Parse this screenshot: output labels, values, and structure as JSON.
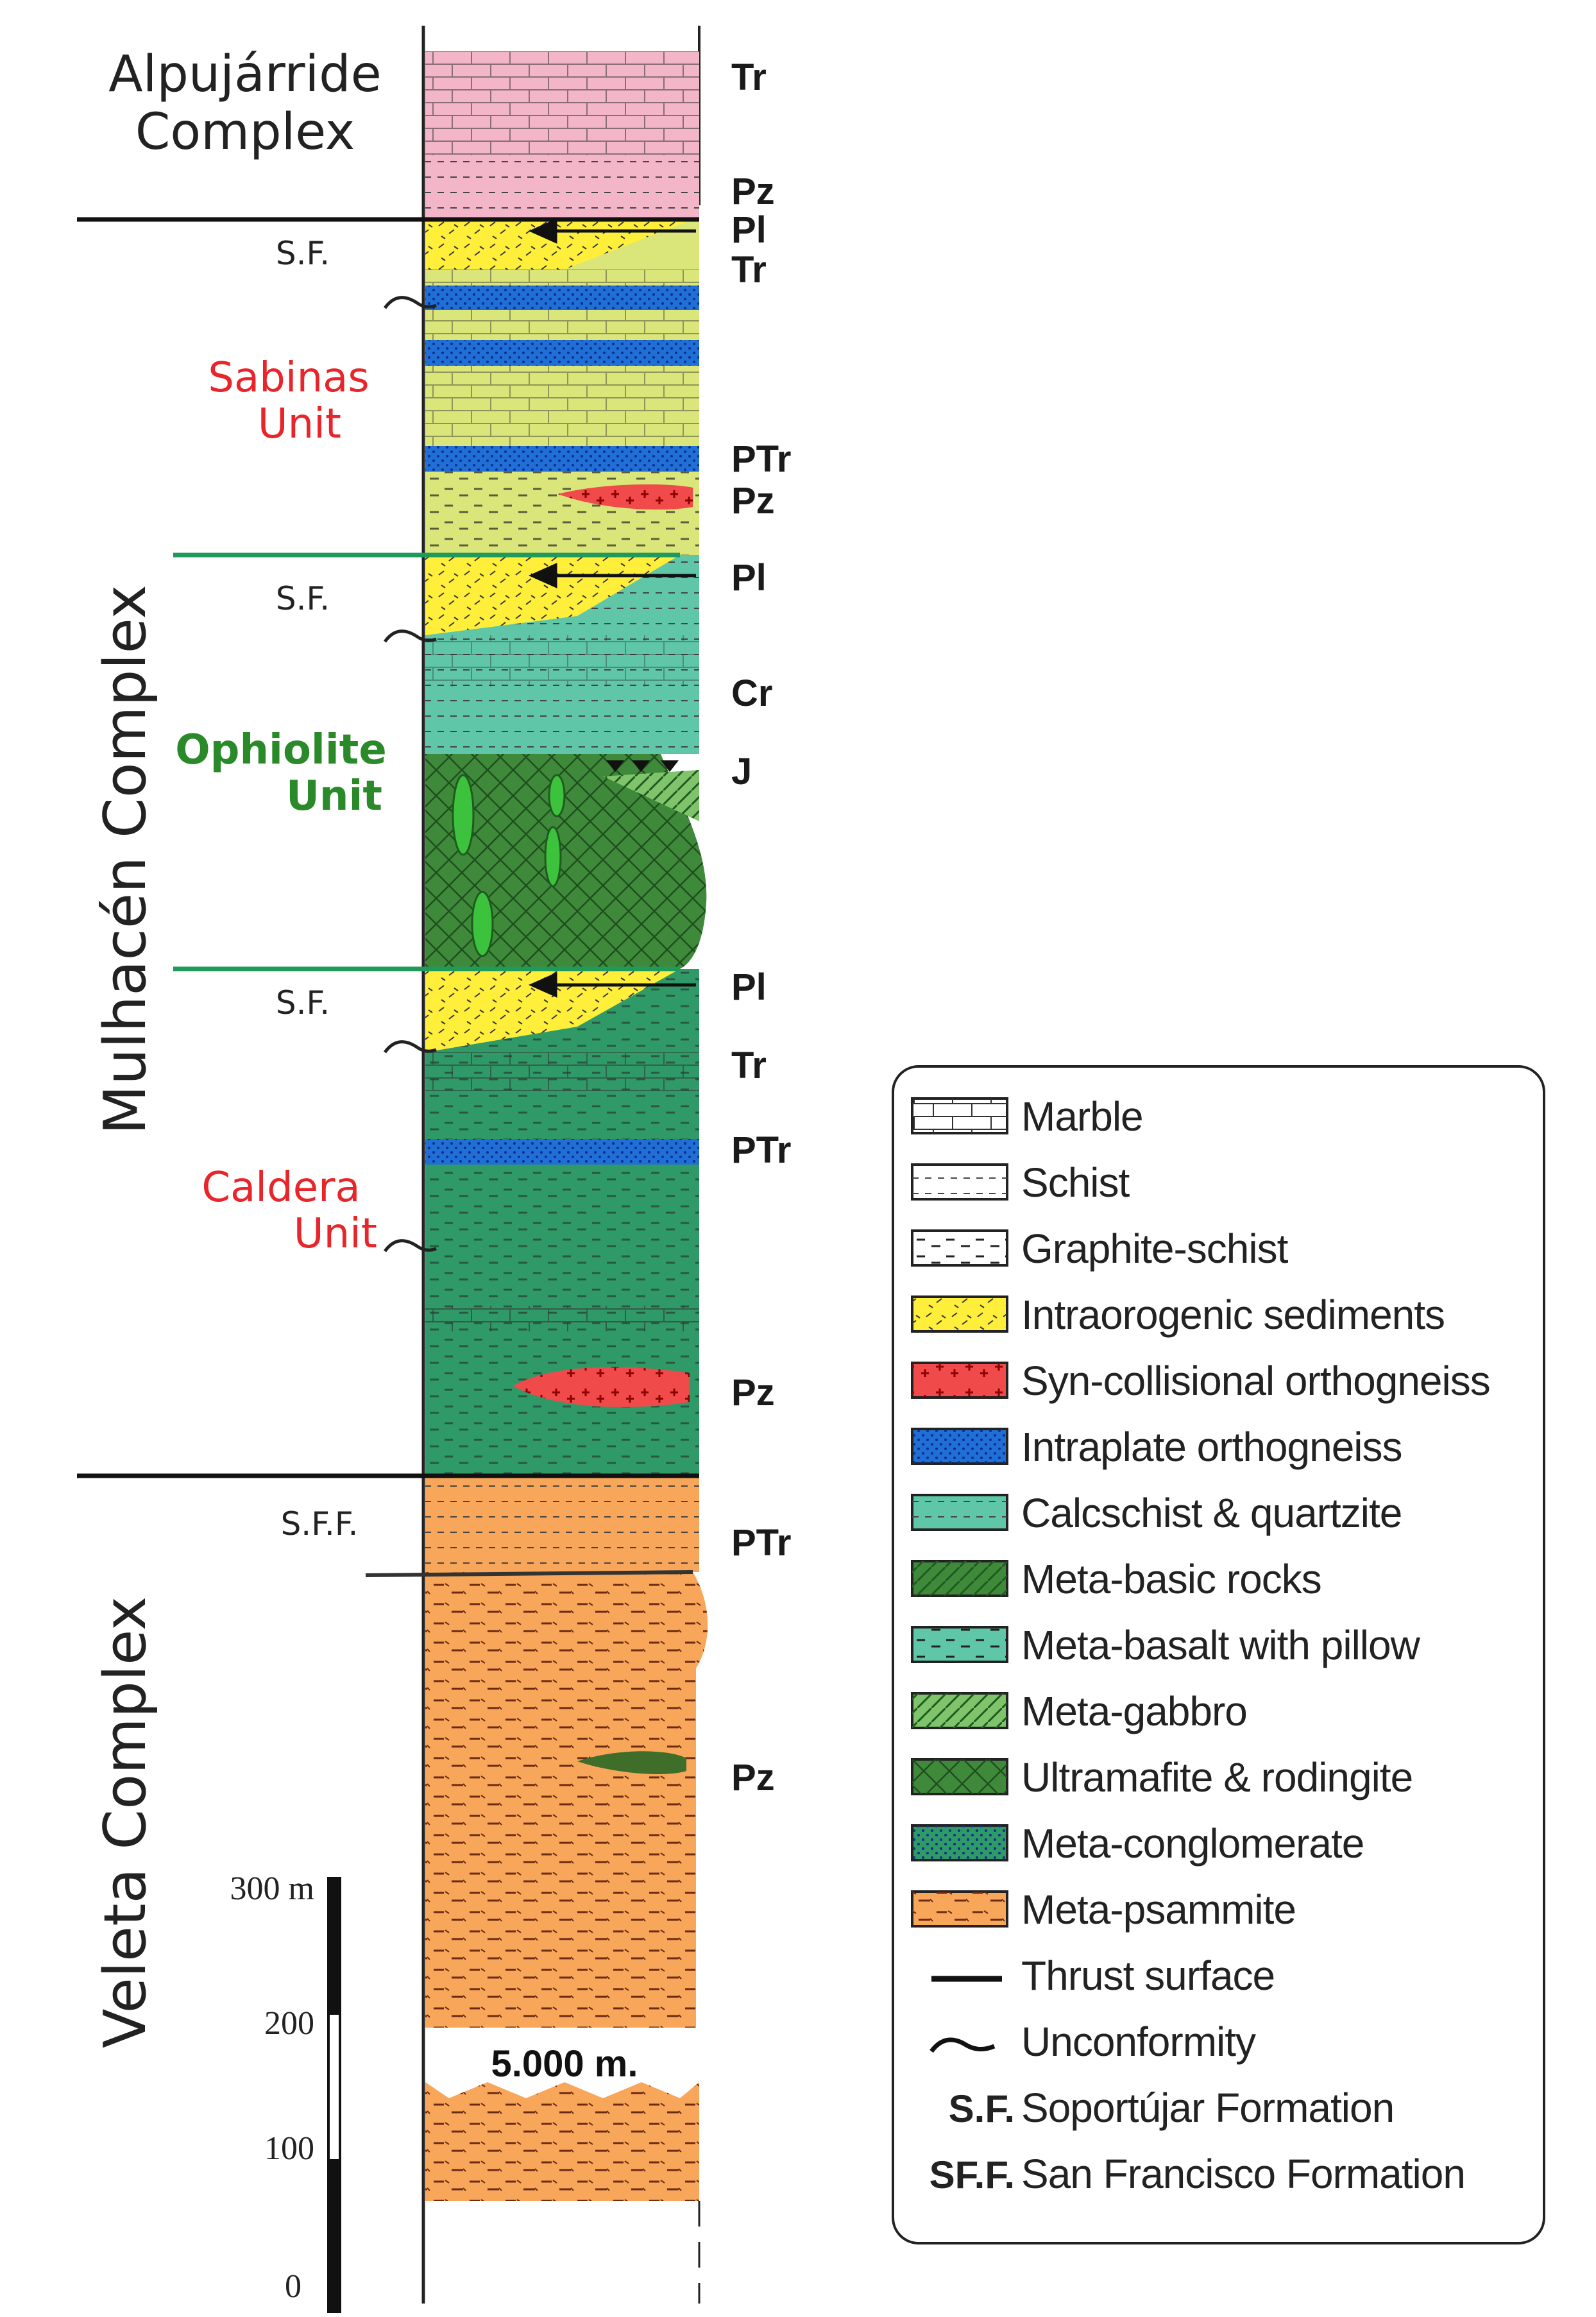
{
  "complexes": {
    "alpujarride": [
      "Alpujárride",
      "Complex"
    ],
    "mulhacen": "Mulhacén Complex",
    "veleta": "Veleta Complex"
  },
  "units": {
    "sabinas": [
      "Sabinas",
      "Unit"
    ],
    "ophiolite": [
      "Ophiolite",
      "Unit"
    ],
    "caldera": [
      "Caldera",
      "Unit"
    ]
  },
  "formation_marks": {
    "sf1": "S.F.",
    "sf2": "S.F.",
    "sf3": "S.F.",
    "sff": "S.F.F."
  },
  "ages": [
    "Tr",
    "Pz",
    "Pl",
    "Tr",
    "PTr",
    "Pz",
    "Pl",
    "Cr",
    "J",
    "Pl",
    "Tr",
    "PTr",
    "Pz",
    "PTr",
    "Pz"
  ],
  "break_label": "5.000 m.",
  "scale": {
    "unit_label": "300 m",
    "ticks": [
      "200",
      "100",
      "0"
    ]
  },
  "legend": [
    {
      "label": "Marble",
      "swatch": "marble"
    },
    {
      "label": "Schist",
      "swatch": "schist"
    },
    {
      "label": "Graphite-schist",
      "swatch": "graphite"
    },
    {
      "label": "Intraorogenic sediments",
      "swatch": "intra"
    },
    {
      "label": "Syn-collisional orthogneiss",
      "swatch": "syn"
    },
    {
      "label": "Intraplate orthogneiss",
      "swatch": "intraplate"
    },
    {
      "label": "Calcschist & quartzite",
      "swatch": "calc"
    },
    {
      "label": "Meta-basic rocks",
      "swatch": "metabasic"
    },
    {
      "label": "Meta-basalt with pillow",
      "swatch": "pillow"
    },
    {
      "label": "Meta-gabbro",
      "swatch": "gabbro"
    },
    {
      "label": "Ultramafite & rodingite",
      "swatch": "ultra"
    },
    {
      "label": "Meta-conglomerate",
      "swatch": "conglom"
    },
    {
      "label": "Meta-psammite",
      "swatch": "psammite"
    },
    {
      "label": "Thrust surface",
      "swatch": "thrust"
    },
    {
      "label": "Unconformity",
      "swatch": "unconf"
    }
  ],
  "legend_abbrev": [
    {
      "abbr": "S.F.",
      "label": "Soportújar Formation"
    },
    {
      "abbr": "SF.F.",
      "label": "San Francisco Formation"
    }
  ],
  "colors": {
    "pink": "#f3b6c9",
    "yellow": "#ffee3a",
    "yellowgreen": "#dbe67a",
    "blue": "#1f6fd6",
    "teal": "#5fc7a8",
    "darkgreen": "#2f9a68",
    "olive": "#3f8a3a",
    "orange": "#f8a65a",
    "red": "#f04a4a",
    "green_line": "#1f9a5a",
    "sabinas_red": "#e8252a",
    "ophiolite_green": "#2a8a2a"
  }
}
